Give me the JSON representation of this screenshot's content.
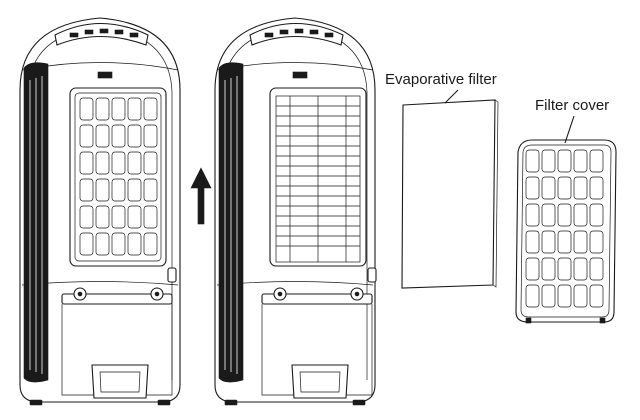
{
  "labels": {
    "evaporative_filter": "Evaporative filter",
    "filter_cover": "Filter cover"
  },
  "grid": {
    "filter_cover_cells": {
      "cols": 5,
      "rows": 6
    },
    "unit_grille_cells": {
      "cols": 5,
      "rows": 6
    }
  },
  "arrow_direction": "up",
  "colors": {
    "ink": "#1a1a1a",
    "background": "#ffffff"
  }
}
